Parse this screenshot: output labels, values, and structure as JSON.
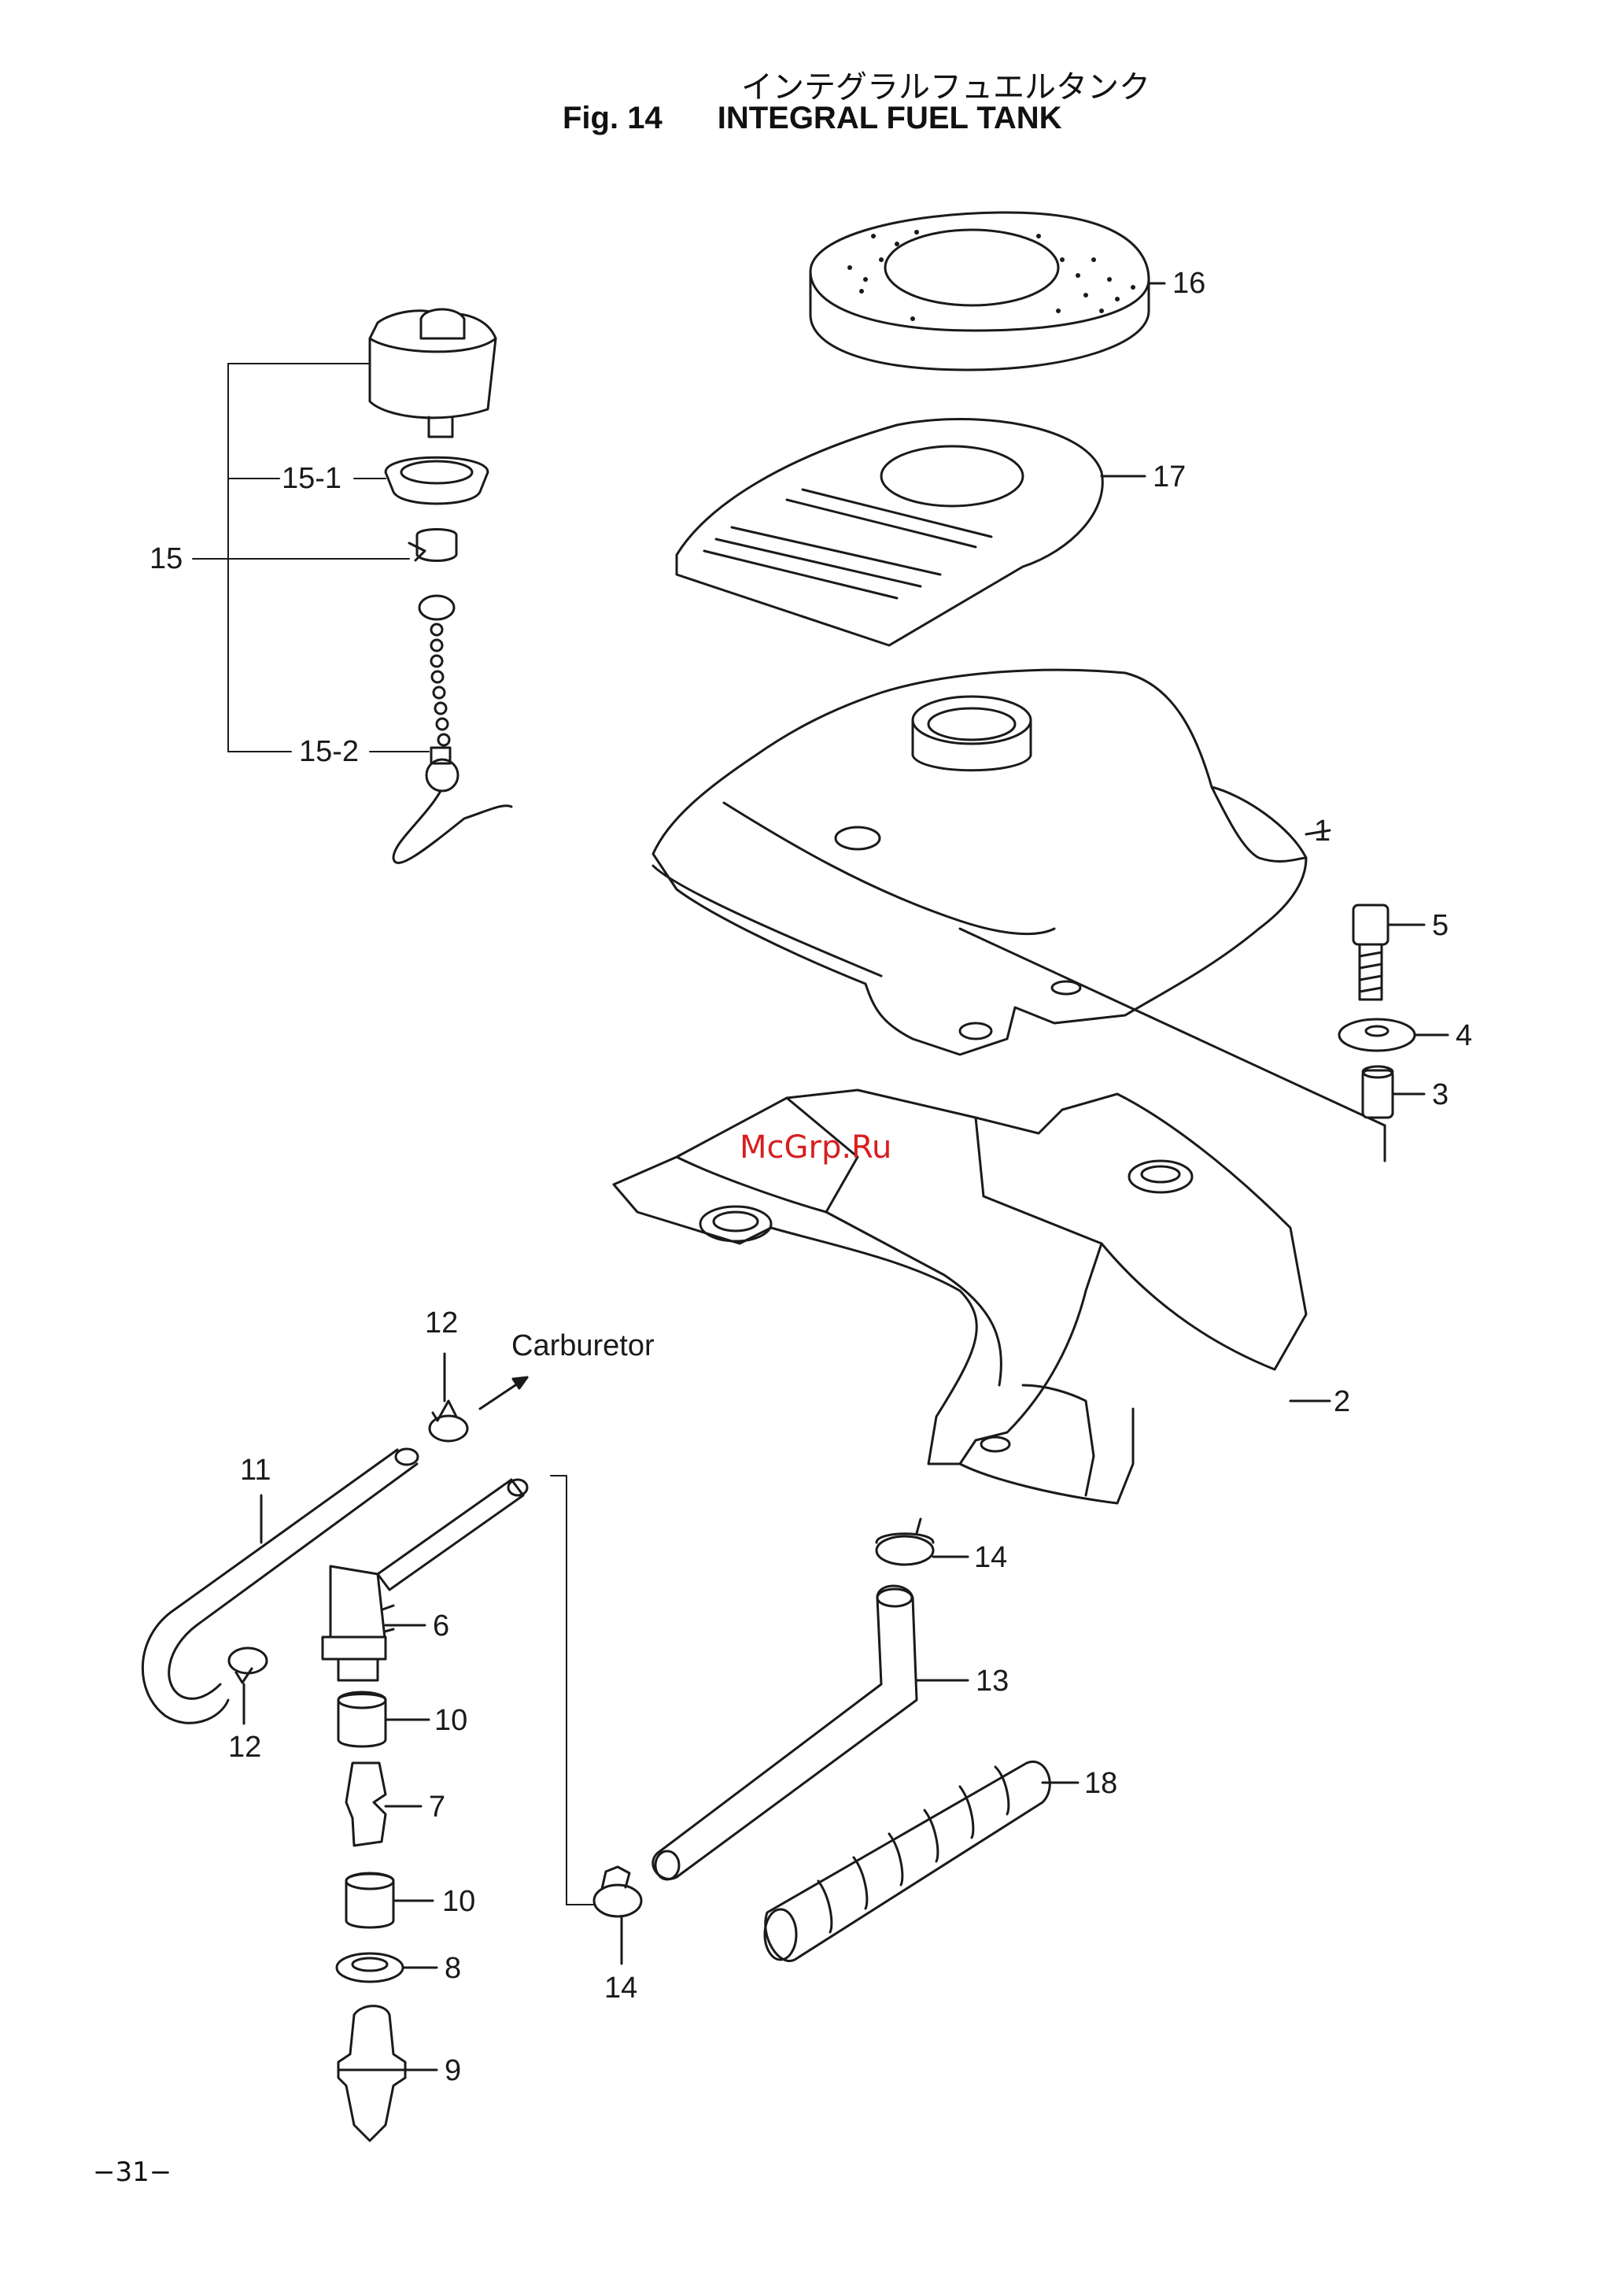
{
  "title_jp": "インテグラルフュエルタンク",
  "fig_label": "Fig. 14",
  "title_en": "INTEGRAL FUEL TANK",
  "watermark": "McGrp.Ru",
  "page_number": "−31−",
  "direction_label": "Carburetor",
  "callouts": {
    "c1": "1",
    "c2": "2",
    "c3": "3",
    "c4": "4",
    "c5": "5",
    "c6": "6",
    "c7": "7",
    "c8": "8",
    "c9": "9",
    "c10a": "10",
    "c10b": "10",
    "c11": "11",
    "c12a": "12",
    "c12b": "12",
    "c13": "13",
    "c14a": "14",
    "c14b": "14",
    "c15": "15",
    "c15_1": "15-1",
    "c15_2": "15-2",
    "c16": "16",
    "c17": "17",
    "c18": "18"
  }
}
